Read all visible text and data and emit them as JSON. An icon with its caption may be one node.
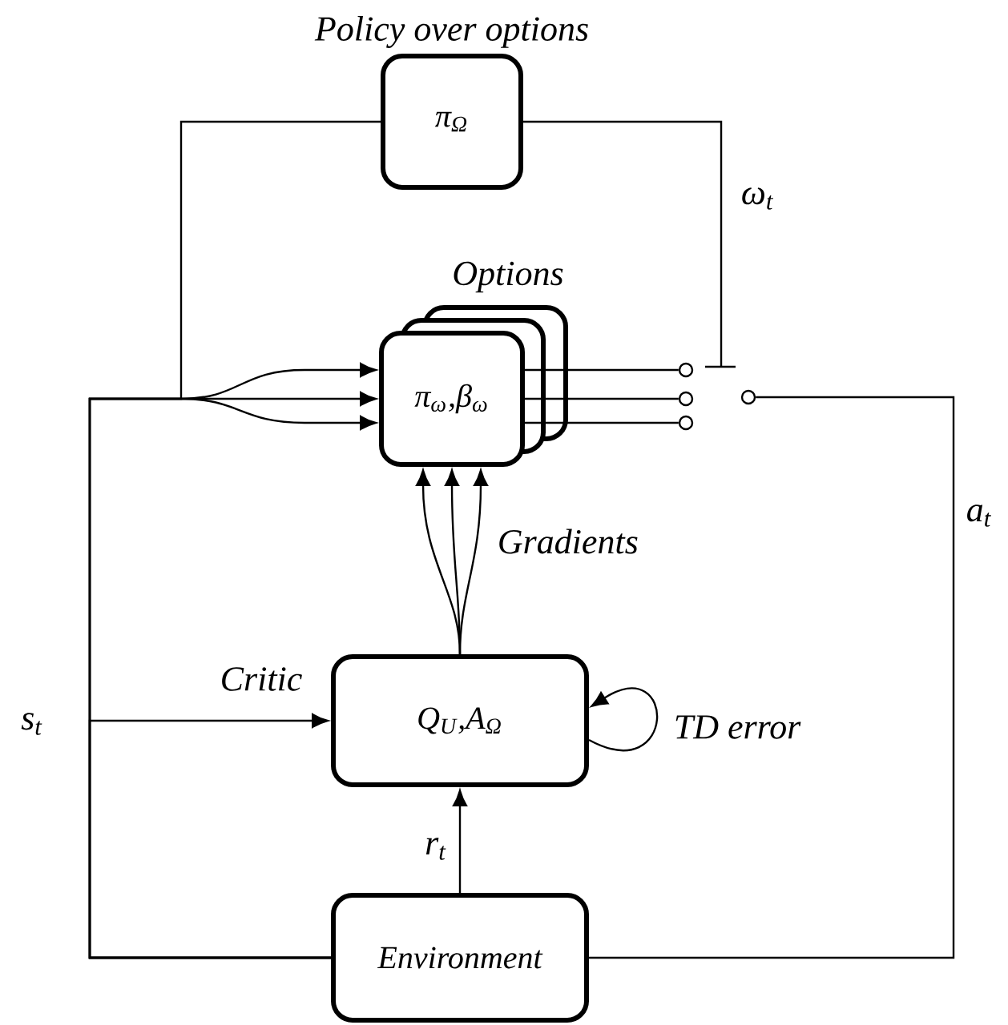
{
  "diagram": {
    "nodes": [
      {
        "text": [
          "Policy over options",
          "π$_{Ω}$"
        ]
      },
      {
        "text": [
          "Options",
          "π$_{ω}$,β$_{ω}$"
        ]
      },
      {
        "text": [
          "Q$_{U}$,A$_{Ω}$"
        ],
        "beside": [
          "Critic"
        ]
      },
      {
        "text": [
          "Environment"
        ]
      },
      {
        "text": [],
        "shape": "circle"
      },
      {
        "text": [],
        "shape": "circle"
      },
      {
        "text": [],
        "shape": "circle"
      },
      {
        "text": [],
        "shape": "circle"
      }
    ],
    "edges": [
      {
        "from": 3,
        "to": 2,
        "arrow": "to",
        "label": "s$_{t}$"
      },
      {
        "from": 3,
        "to": 1,
        "arrow": "to"
      },
      {
        "from": 3,
        "to": 1,
        "arrow": "to"
      },
      {
        "from": 3,
        "to": 1,
        "arrow": "to"
      },
      {
        "from": 3,
        "to": 0,
        "arrow": "none"
      },
      {
        "from": 0,
        "to": null,
        "arrow": "none",
        "label": "ω$_{t}$"
      },
      {
        "from": 1,
        "to": 4,
        "arrow": "none"
      },
      {
        "from": 1,
        "to": 5,
        "arrow": "none"
      },
      {
        "from": 1,
        "to": 6,
        "arrow": "none"
      },
      {
        "from": 7,
        "to": 3,
        "arrow": "none",
        "label": "a$_{t}$"
      },
      {
        "from": 2,
        "to": 1,
        "arrow": "to"
      },
      {
        "from": 2,
        "to": 1,
        "arrow": "to"
      },
      {
        "from": 2,
        "to": 1,
        "arrow": "to",
        "label": "Gradients"
      },
      {
        "from": 2,
        "to": 2,
        "arrow": "to",
        "label": "TD error"
      },
      {
        "from": 3,
        "to": 2,
        "arrow": "to",
        "label": "r$_{t}$"
      }
    ]
  }
}
